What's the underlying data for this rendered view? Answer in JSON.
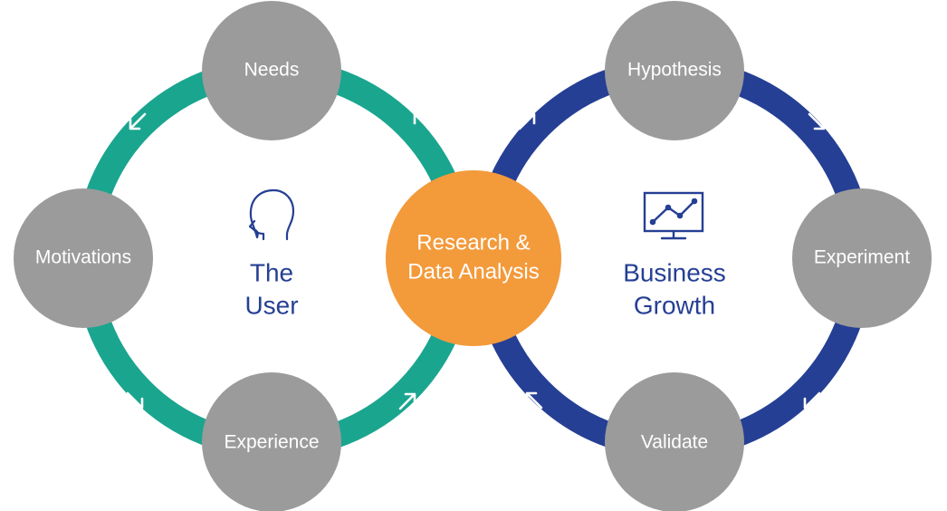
{
  "colors": {
    "user_loop": "#1aa58f",
    "growth_loop": "#253f94",
    "node_fill": "#9b9b9b",
    "center_fill": "#f39a3b",
    "label_text": "#ffffff",
    "title_text": "#253f94"
  },
  "left_loop": {
    "title_line1": "The",
    "title_line2": "User",
    "icon": "head-profile-icon",
    "nodes": {
      "needs": "Needs",
      "motivations": "Motivations",
      "experience": "Experience"
    }
  },
  "right_loop": {
    "title_line1": "Business",
    "title_line2": "Growth",
    "icon": "line-chart-monitor-icon",
    "nodes": {
      "hypothesis": "Hypothesis",
      "experiment": "Experiment",
      "validate": "Validate"
    }
  },
  "center": {
    "line1": "Research &",
    "line2": "Data Analysis"
  }
}
